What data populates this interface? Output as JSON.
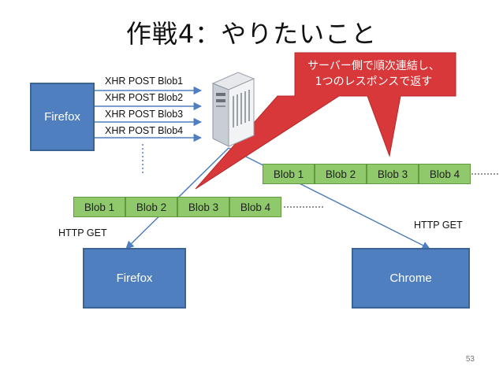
{
  "title": "作戦4：やりたいこと",
  "nodes": {
    "firefox_sender": "Firefox",
    "firefox_receiver": "Firefox",
    "chrome_receiver": "Chrome"
  },
  "xhr_posts": [
    "XHR POST Blob1",
    "XHR POST Blob2",
    "XHR POST Blob3",
    "XHR POST Blob4"
  ],
  "http_get_left": "HTTP GET",
  "http_get_right": "HTTP GET",
  "blob_stream_chrome": [
    "Blob 1",
    "Blob 2",
    "Blob 3",
    "Blob 4"
  ],
  "blob_stream_firefox": [
    "Blob 1",
    "Blob 2",
    "Blob 3",
    "Blob 4"
  ],
  "callout": {
    "line1": "サーバー側で順次連結し、",
    "line2": "1つのレスポンスで返す"
  },
  "server_icon": "server-tower-icon",
  "colors": {
    "node_fill": "#4f7fbf",
    "blob_fill": "#8fc96b",
    "callout_fill": "#d9383a"
  },
  "page_number": "53"
}
